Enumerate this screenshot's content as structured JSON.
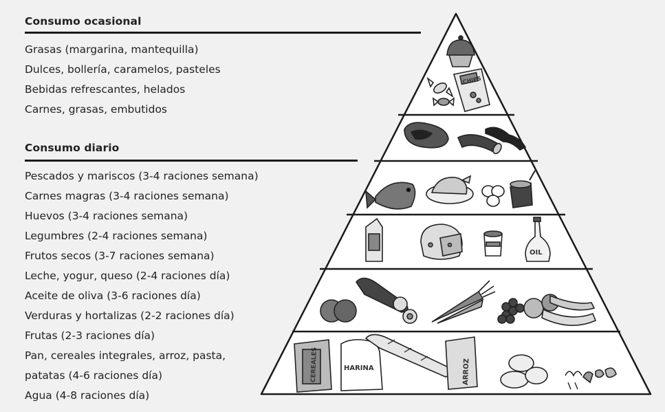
{
  "sections": [
    {
      "heading": "Consumo ocasional",
      "items": [
        "Grasas (margarina, mantequilla)",
        "Dulces, bollería, caramelos, pasteles",
        "Bebidas refrescantes, helados",
        "Carnes, grasas, embutidos"
      ]
    },
    {
      "heading": "Consumo diario",
      "items": [
        "Pescados y mariscos (3-4 raciones semana)",
        "Carnes magras (3-4 raciones semana)",
        "Huevos (3-4 raciones semana)",
        "Legumbres (2-4 raciones semana)",
        "Frutos secos (3-7 raciones semana)",
        "Leche, yogur, queso (2-4 raciones día)",
        "Aceite de oliva (3-6 raciones día)",
        "Verduras y hortalizas (2-2 raciones día)",
        "Frutas (2-3 raciones día)",
        "Pan, cereales integrales, arroz, pasta,",
        "patatas  (4-6 raciones día)",
        "Agua (4-8 raciones día)"
      ]
    }
  ],
  "pyramid_labels": {
    "chips": "CHIPS",
    "cereales": "CEREALES",
    "harina": "HARINA",
    "arroz": "ARROZ",
    "oil": "OIL"
  }
}
